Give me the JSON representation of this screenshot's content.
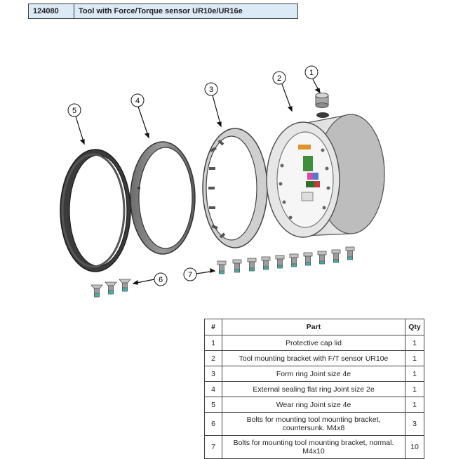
{
  "header": {
    "code": "124080",
    "title": "Tool with Force/Torque sensor UR10e/UR16e"
  },
  "callouts": [
    "1",
    "2",
    "3",
    "4",
    "5",
    "6",
    "7"
  ],
  "parts_table": {
    "headers": {
      "num": "#",
      "part": "Part",
      "qty": "Qty"
    },
    "rows": [
      {
        "num": "1",
        "part": "Protective cap lid",
        "qty": "1"
      },
      {
        "num": "2",
        "part": "Tool mounting bracket with F/T sensor UR10e",
        "qty": "1"
      },
      {
        "num": "3",
        "part": "Form ring Joint size 4e",
        "qty": "1"
      },
      {
        "num": "4",
        "part": "External sealing flat ring Joint size 2e",
        "qty": "1"
      },
      {
        "num": "5",
        "part": "Wear ring Joint size 4e",
        "qty": "1"
      },
      {
        "num": "6",
        "part": "Bolts for mounting tool mounting bracket, countersunk. M4x8",
        "qty": "3"
      },
      {
        "num": "7",
        "part": "Bolts for mounting tool mounting bracket, normal. M4x10",
        "qty": "10"
      }
    ]
  }
}
